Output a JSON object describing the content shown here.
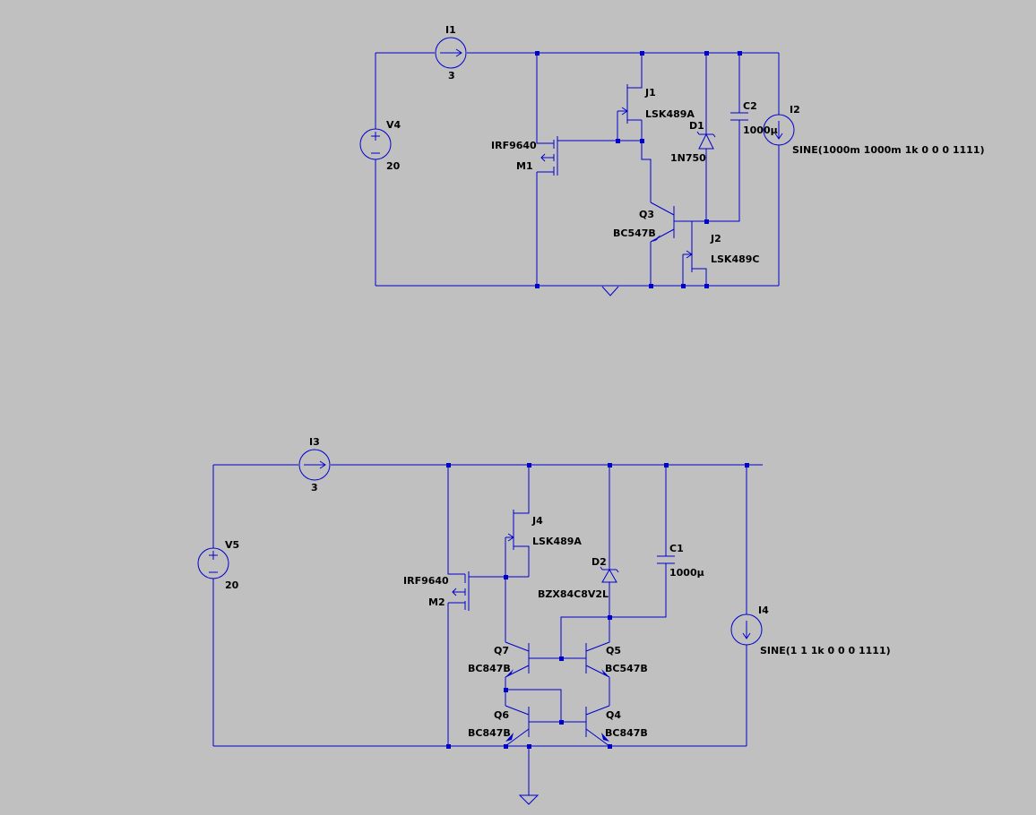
{
  "colors": {
    "background": "#c0c0c0",
    "wire": "#0000cc",
    "label": "#000000"
  },
  "circuit_1": {
    "I1": {
      "name": "I1",
      "value": "3"
    },
    "V4": {
      "name": "V4",
      "value": "20"
    },
    "M1": {
      "name": "M1",
      "model": "IRF9640"
    },
    "J1": {
      "name": "J1",
      "model": "LSK489A"
    },
    "D1": {
      "name": "D1",
      "model": "1N750"
    },
    "C2": {
      "name": "C2",
      "value": "1000µ"
    },
    "I2": {
      "name": "I2",
      "value": "SINE(1000m 1000m 1k 0 0 0 1111)"
    },
    "Q3": {
      "name": "Q3",
      "model": "BC547B"
    },
    "J2": {
      "name": "J2",
      "model": "LSK489C"
    }
  },
  "circuit_2": {
    "I3": {
      "name": "I3",
      "value": "3"
    },
    "V5": {
      "name": "V5",
      "value": "20"
    },
    "M2": {
      "name": "M2",
      "model": "IRF9640"
    },
    "J4": {
      "name": "J4",
      "model": "LSK489A"
    },
    "D2": {
      "name": "D2",
      "model": "BZX84C8V2L"
    },
    "C1": {
      "name": "C1",
      "value": "1000µ"
    },
    "I4": {
      "name": "I4",
      "value": "SINE(1 1 1k 0 0 0 1111)"
    },
    "Q7": {
      "name": "Q7",
      "model": "BC847B"
    },
    "Q5": {
      "name": "Q5",
      "model": "BC547B"
    },
    "Q6": {
      "name": "Q6",
      "model": "BC847B"
    },
    "Q4": {
      "name": "Q4",
      "model": "BC847B"
    }
  }
}
